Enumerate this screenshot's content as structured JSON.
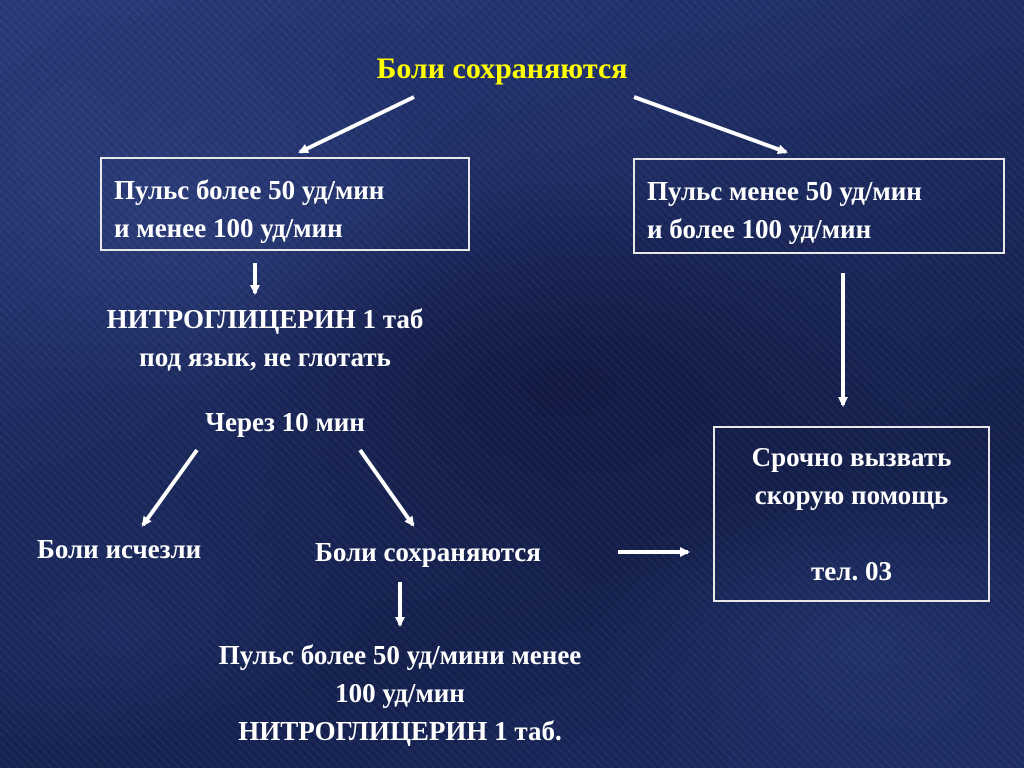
{
  "title": "Боли сохраняются",
  "left_box": {
    "line1": "Пульс более 50 уд/мин",
    "line2": "и менее 100 уд/мин"
  },
  "right_box": {
    "line1": "Пульс менее 50 уд/мин",
    "line2": "и более 100 уд/мин"
  },
  "nitro_step": {
    "line1": "НИТРОГЛИЦЕРИН 1 таб",
    "line2": "под язык, не глотать"
  },
  "wait_label": "Через 10 мин",
  "pain_gone": "Боли исчезли",
  "pain_persists": "Боли сохраняются",
  "ambulance_box": {
    "line1": "Срочно вызвать",
    "line2": "скорую помощь",
    "phone": "тел. 03"
  },
  "repeat_step": {
    "line1": "Пульс более 50 уд/мини менее",
    "line2": "100 уд/мин",
    "line3": "НИТРОГЛИЦЕРИН 1 таб."
  },
  "colors": {
    "title": "#ffff00",
    "text": "#ffffff",
    "background": "#1c2a60"
  }
}
